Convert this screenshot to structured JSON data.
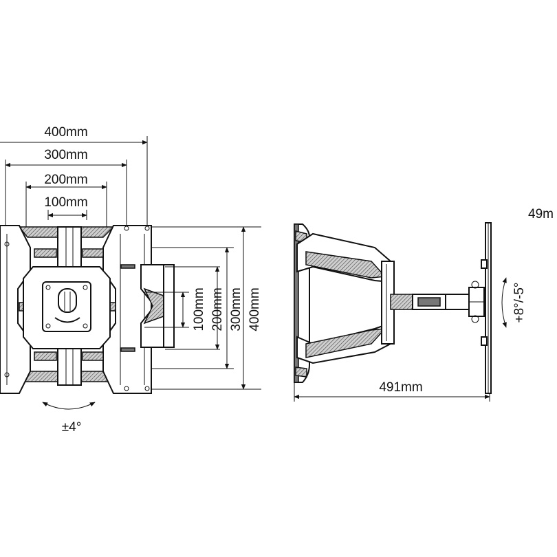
{
  "front_view": {
    "horizontal_dims": [
      "400mm",
      "300mm",
      "200mm",
      "100mm"
    ],
    "vertical_dims": [
      "100mm",
      "200mm",
      "300mm",
      "400mm"
    ],
    "tilt_label": "±4°"
  },
  "side_view": {
    "extension_label": "491mm",
    "tilt_label": "+8°/-5°",
    "cut_label": "49m"
  }
}
